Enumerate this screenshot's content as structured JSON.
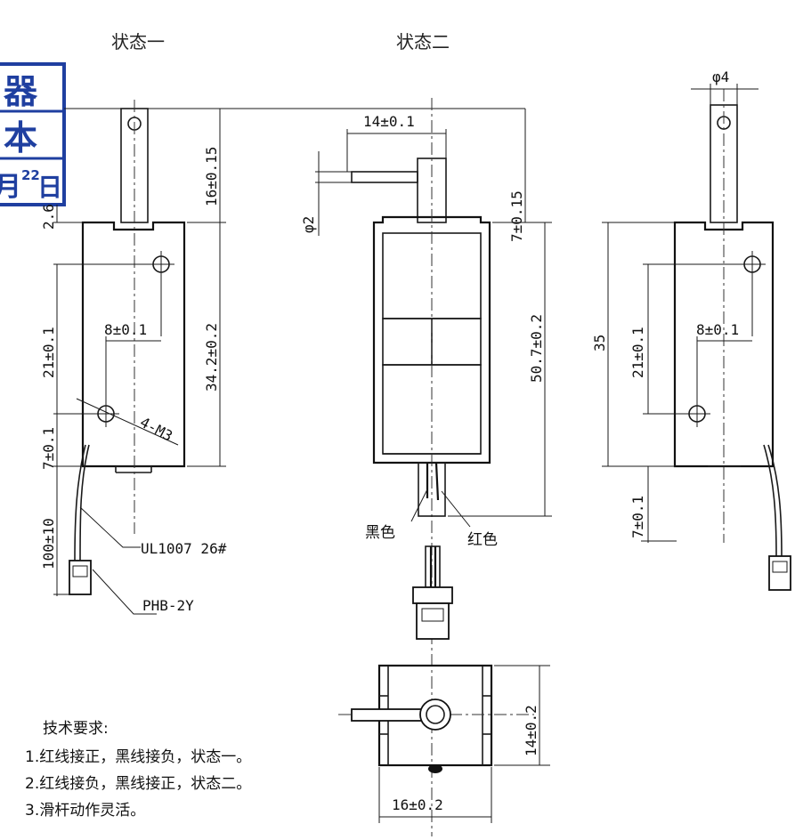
{
  "titles": {
    "state1": "状态一",
    "state2": "状态二"
  },
  "stamp": {
    "line1": "器",
    "line2": "本",
    "line3": "月",
    "superscript": "22",
    "line3b": "日"
  },
  "view1": {
    "dim_top": "16±0.15",
    "dim_left_small": "2.6",
    "dim_body": "34.2±0.2",
    "dim_holes_v": "21±0.1",
    "dim_holes_h": "8±0.1",
    "dim_bottom": "7±0.1",
    "dim_wire": "100±10",
    "thread_label": "4-M3",
    "wire_label": "UL1007 26#",
    "connector_label": "PHB-2Y"
  },
  "view2": {
    "dim_plunger_h": "14±0.1",
    "dim_pin_dia": "φ2",
    "dim_top": "7±0.15",
    "dim_total": "50.7±0.2",
    "wire_black": "黑色",
    "wire_red": "红色"
  },
  "view3": {
    "dim_dia": "φ4",
    "dim_body": "35",
    "dim_holes_v": "21±0.1",
    "dim_holes_h": "8±0.1",
    "dim_bottom": "7±0.1"
  },
  "view4": {
    "dim_height": "14±0.2",
    "dim_width": "16±0.2"
  },
  "requirements": {
    "title": "技术要求:",
    "items": [
      "1.红线接正，黑线接负，状态一。",
      "2.红线接负，黑线接正，状态二。",
      "3.滑杆动作灵活。"
    ]
  }
}
